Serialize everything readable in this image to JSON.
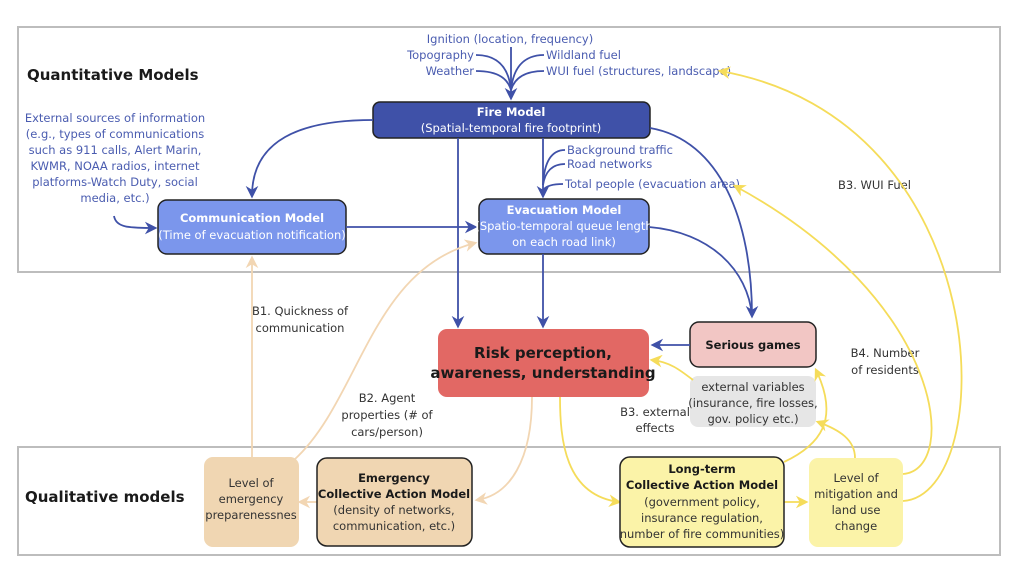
{
  "sections": {
    "quantitative": "Quantitative Models",
    "qualitative": "Qualitative models"
  },
  "fire_inputs": {
    "ignition": "Ignition (location, frequency)",
    "topography": "Topography",
    "weather": "Weather",
    "wildland_fuel": "Wildland fuel",
    "wui_fuel": "WUI fuel (structures, landscape)"
  },
  "fire_model": {
    "title": "Fire Model",
    "subtitle": "(Spatial-temporal fire footprint)"
  },
  "external_sources": [
    "External sources of information",
    "(e.g., types of communications",
    "such as 911 calls, Alert Marin,",
    "KWMR, NOAA radios, internet",
    "platforms-Watch Duty, social",
    "media, etc.)"
  ],
  "communication_model": {
    "title": "Communication Model",
    "subtitle": "(Time of evacuation notification)"
  },
  "evac_inputs": {
    "background_traffic": "Background traffic",
    "road_networks": "Road networks",
    "total_people": "Total people (evacuation area)"
  },
  "evacuation_model": {
    "title": "Evacuation Model",
    "subtitle_1": "(Spatio-temporal queue length",
    "subtitle_2": "on each road link)"
  },
  "risk": {
    "line1": "Risk perception,",
    "line2": "awareness, understanding"
  },
  "serious_games": "Serious games",
  "external_variables": [
    "external variables",
    "(insurance, fire losses,",
    "gov. policy etc.)"
  ],
  "loops": {
    "b1": [
      "B1. Quickness of",
      "communication"
    ],
    "b2": [
      "B2. Agent",
      "properties (# of",
      "cars/person)"
    ],
    "b3_external": [
      "B3. external",
      "effects"
    ],
    "b3_wui": "B3. WUI Fuel",
    "b4": [
      "B4. Number",
      "of residents"
    ]
  },
  "preparedness": [
    "Level of",
    "emergency",
    "preparenessnes"
  ],
  "emergency_model": {
    "title_1": "Emergency",
    "title_2": "Collective Action Model",
    "sub_1": "(density of networks,",
    "sub_2": "communication, etc.)"
  },
  "longterm_model": {
    "title_1": "Long-term",
    "title_2": "Collective Action  Model",
    "sub_1": "(government policy,",
    "sub_2": "insurance regulation,",
    "sub_3": "number of fire communities)"
  },
  "mitigation": [
    "Level of",
    "mitigation and",
    "land use",
    "change"
  ],
  "colors": {
    "fire_model": "#3f51a8",
    "blue_model": "#7b96ec",
    "risk": "#e26864",
    "serious_games": "#f2c6c4",
    "external_variables": "#e6e6e6",
    "tan": "#f0d6b2",
    "yellow": "#fbf3a8",
    "blue_arrow": "#3f51a8",
    "tan_arrow": "#f2d6b3",
    "yellow_arrow": "#f5dc5a"
  }
}
